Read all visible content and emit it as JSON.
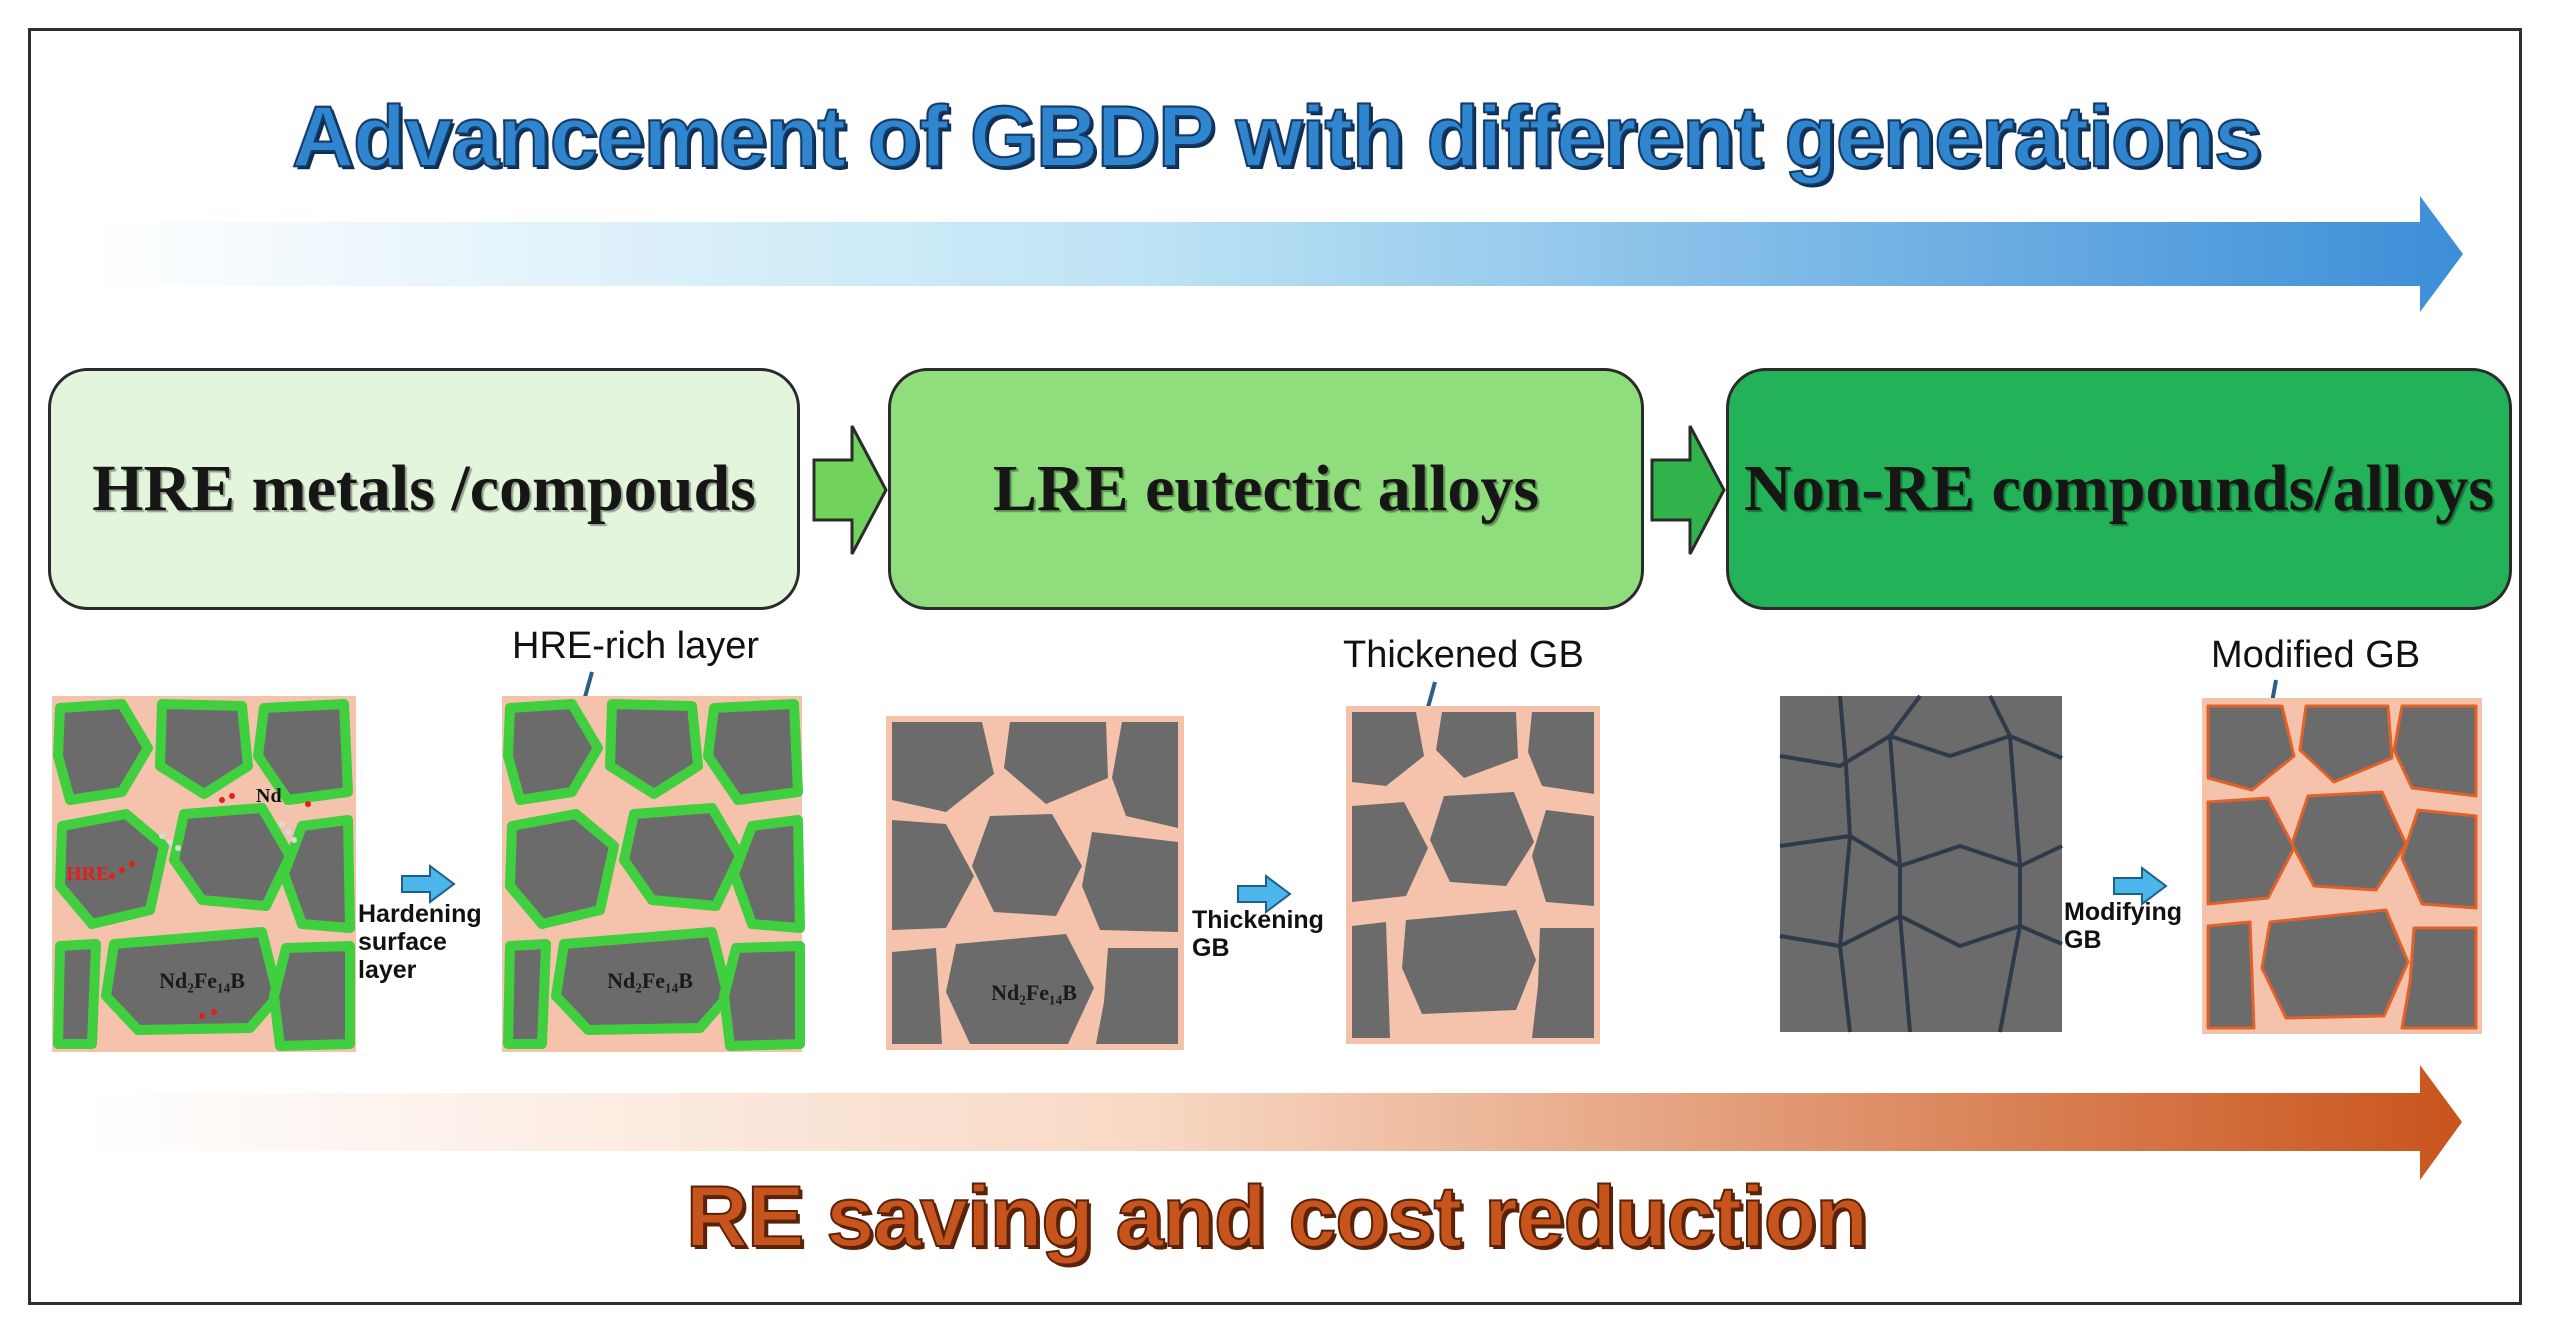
{
  "title": "Advancement of GBDP with different generations",
  "bottom_title": "RE saving and cost reduction",
  "stages": [
    {
      "label": "HRE metals /compouds",
      "fill": "#dff5d9"
    },
    {
      "label": "LRE eutectic alloys",
      "fill": "#8ddc7a"
    },
    {
      "label": "Non-RE compounds/alloys",
      "fill": "#22b257"
    }
  ],
  "annotations": {
    "hre_rich_layer": "HRE-rich layer",
    "thickened_gb": "Thickened GB",
    "modified_gb": "Modified GB"
  },
  "steps": {
    "hardening": "Hardening\nsurface\nlayer",
    "thickening": "Thickening\nGB",
    "modifying": "Modifying\nGB"
  },
  "micro_labels": {
    "phase": "Nd₂Fe₁₄B",
    "hre": "HRE",
    "nd": "Nd"
  },
  "colors": {
    "top_arrow": "#3c8ed8",
    "bottom_arrow": "#c9541c",
    "grain": "#6b6b6b",
    "gb_pink": "#f5c3ab",
    "gb_green": "#3fcf3f",
    "gb_orange": "#e0622a"
  }
}
